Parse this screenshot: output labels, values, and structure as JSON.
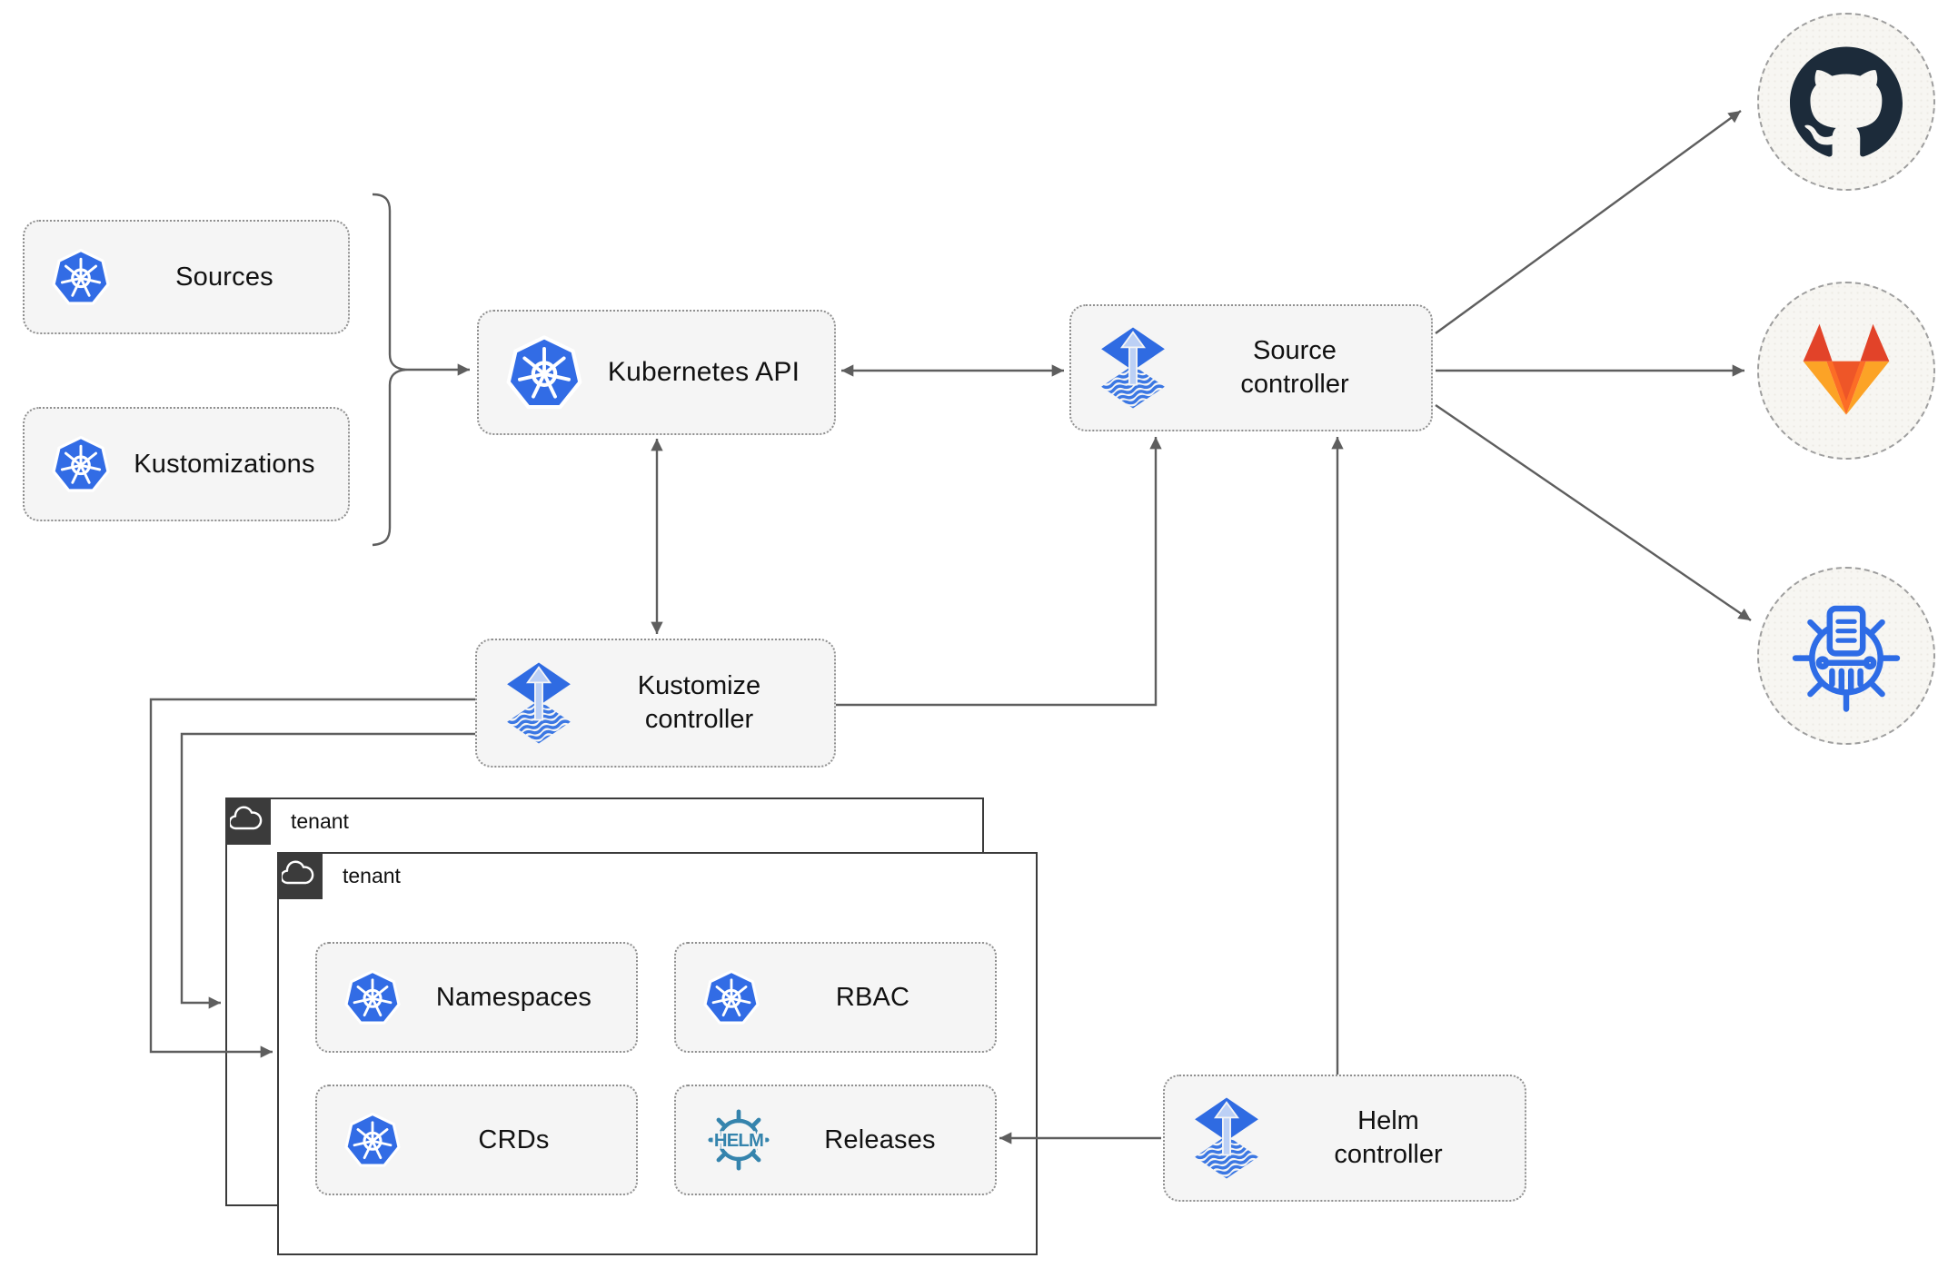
{
  "nodes": {
    "sources": {
      "label": "Sources"
    },
    "kustomizations": {
      "label": "Kustomizations"
    },
    "kubernetes_api": {
      "label": "Kubernetes API"
    },
    "source_controller": {
      "line1": "Source",
      "line2": "controller"
    },
    "kustomize_controller": {
      "line1": "Kustomize",
      "line2": "controller"
    },
    "helm_controller": {
      "line1": "Helm",
      "line2": "controller"
    },
    "tenant_back": {
      "label": "tenant"
    },
    "tenant_front": {
      "label": "tenant"
    },
    "namespaces": {
      "label": "Namespaces"
    },
    "rbac": {
      "label": "RBAC"
    },
    "crds": {
      "label": "CRDs"
    },
    "releases": {
      "label": "Releases",
      "logo_text": "HELM"
    }
  },
  "icons": {
    "kubernetes": "kubernetes-wheel",
    "flux": "flux-diamond-arrow",
    "helm": "helm-ship-wheel",
    "cloud": "cloud-outline",
    "github": "github-octocat",
    "gitlab": "gitlab-tanuki",
    "bucket": "bucket-registry-wheel"
  },
  "colors": {
    "kubernetes_blue": "#326CE5",
    "flux_blue": "#2F6BE2",
    "flux_light": "#BCD0F5",
    "flux_wave": "#3B77E3",
    "helm_teal": "#3584AD",
    "github_dark": "#1C2B3A",
    "gitlab_red": "#E24329",
    "gitlab_orange": "#FC6D26",
    "gitlab_light_orange": "#FCA326",
    "bucket_blue": "#2E6CE6",
    "connector_gray": "#5E5E5E",
    "node_fill": "#F5F5F5",
    "tenant_dark": "#3B3B3B"
  },
  "edges": [
    {
      "from": "sources-and-kustomizations",
      "to": "kubernetes-api",
      "style": "arrow-with-brace"
    },
    {
      "from": "kubernetes-api",
      "to": "source-controller",
      "style": "double-arrow"
    },
    {
      "from": "kubernetes-api",
      "to": "kustomize-controller",
      "style": "double-arrow"
    },
    {
      "from": "kustomize-controller",
      "to": "source-controller",
      "style": "arrow"
    },
    {
      "from": "kustomize-controller",
      "to": "tenant-front",
      "style": "arrow"
    },
    {
      "from": "kustomize-controller",
      "to": "tenant-back",
      "style": "arrow"
    },
    {
      "from": "helm-controller",
      "to": "source-controller",
      "style": "arrow"
    },
    {
      "from": "helm-controller",
      "to": "releases",
      "style": "arrow"
    },
    {
      "from": "source-controller",
      "to": "github",
      "style": "arrow"
    },
    {
      "from": "source-controller",
      "to": "gitlab",
      "style": "arrow"
    },
    {
      "from": "source-controller",
      "to": "bucket",
      "style": "arrow"
    }
  ]
}
